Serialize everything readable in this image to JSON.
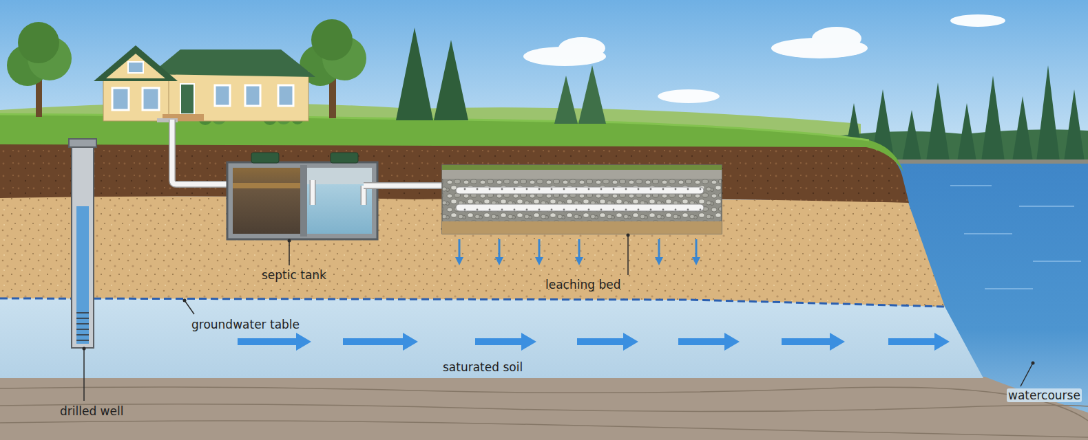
{
  "diagram": {
    "labels": [
      "septic tank",
      "leaching bed",
      "groundwater table",
      "saturated soil",
      "drilled well",
      "watercourse"
    ]
  }
}
